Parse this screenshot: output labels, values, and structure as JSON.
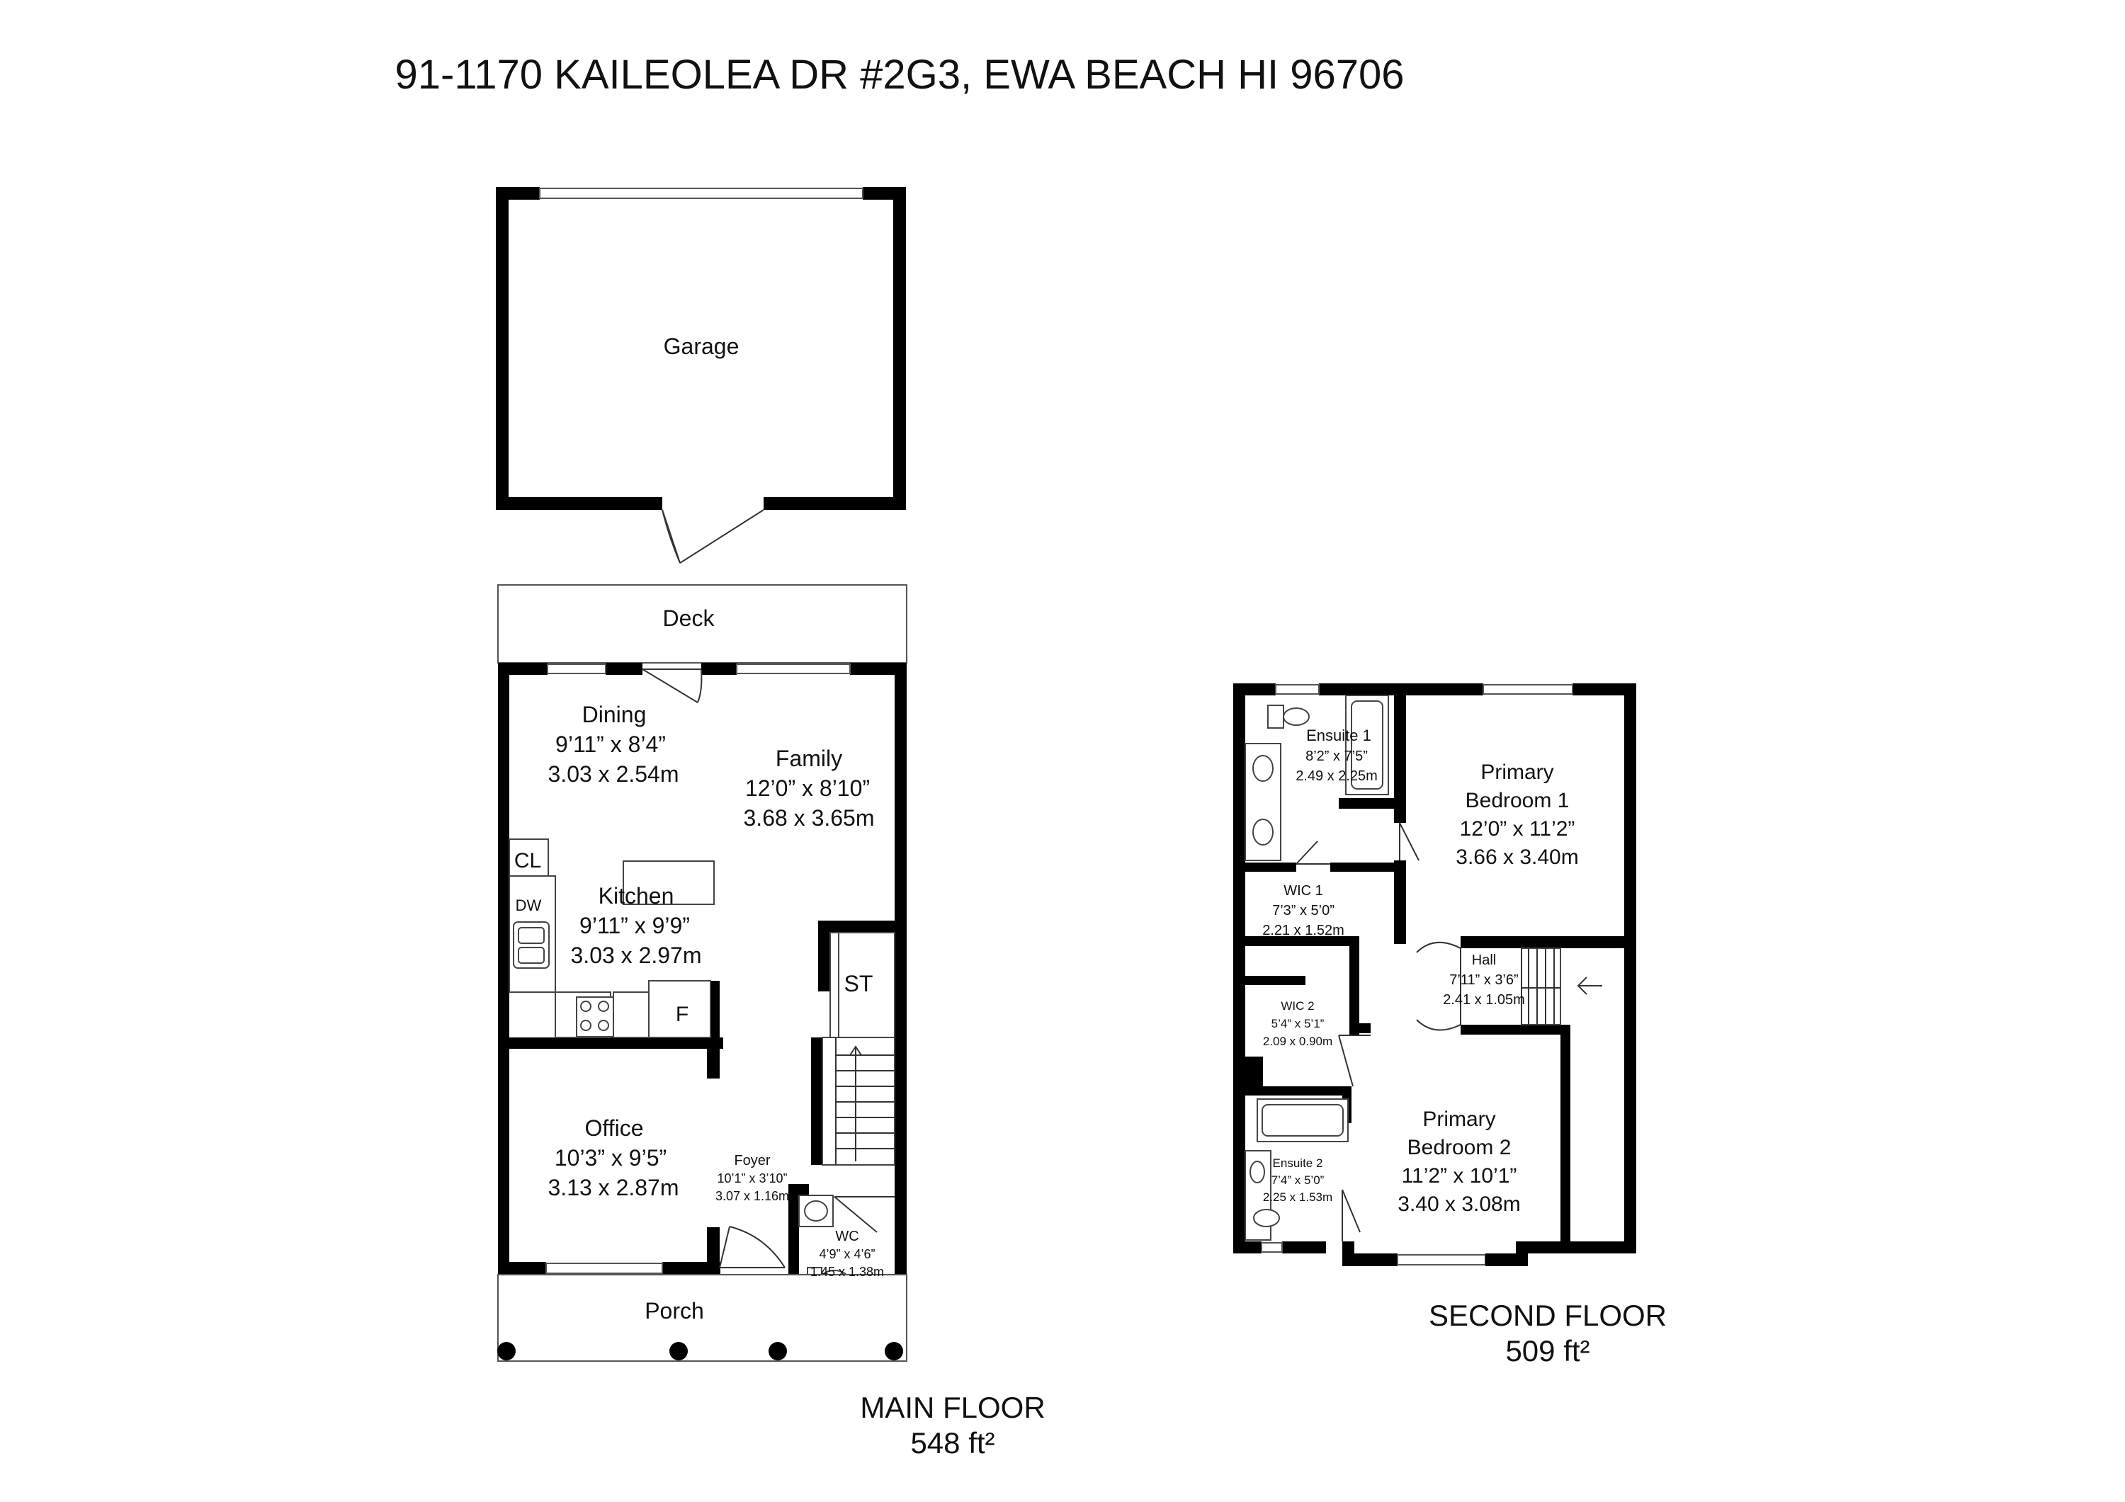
{
  "title": "91-1170 KAILEOLEA DR #2G3, EWA BEACH HI 96706",
  "main_floor": {
    "label": "MAIN FLOOR",
    "area": "548 ft²",
    "rooms": {
      "garage": {
        "name": "Garage"
      },
      "deck": {
        "name": "Deck"
      },
      "dining": {
        "name": "Dining",
        "imperial": "9’11” x 8’4”",
        "metric": "3.03 x 2.54m"
      },
      "family": {
        "name": "Family",
        "imperial": "12’0” x 8’10”",
        "metric": "3.68 x 3.65m"
      },
      "kitchen": {
        "name": "Kitchen",
        "imperial": "9’11” x 9’9”",
        "metric": "3.03 x 2.97m"
      },
      "office": {
        "name": "Office",
        "imperial": "10’3” x 9’5”",
        "metric": "3.13 x 2.87m"
      },
      "foyer": {
        "name": "Foyer",
        "imperial": "10’1” x 3’10”",
        "metric": "3.07 x 1.16m"
      },
      "wc": {
        "name": "WC",
        "imperial": "4’9” x 4’6”",
        "metric": "1.45 x 1.38m"
      },
      "porch": {
        "name": "Porch"
      }
    },
    "fixtures": {
      "cl": "CL",
      "dw": "DW",
      "f": "F",
      "st": "ST"
    }
  },
  "second_floor": {
    "label": "SECOND FLOOR",
    "area": "509 ft²",
    "rooms": {
      "ensuite1": {
        "name": "Ensuite 1",
        "imperial": "8’2” x 7’5”",
        "metric": "2.49 x 2.25m"
      },
      "bedroom1": {
        "name_line1": "Primary",
        "name_line2": "Bedroom 1",
        "imperial": "12’0” x 11’2”",
        "metric": "3.66 x 3.40m"
      },
      "wic1": {
        "name": "WIC 1",
        "imperial": "7’3” x 5’0”",
        "metric": "2.21 x 1.52m"
      },
      "hall": {
        "name": "Hall",
        "imperial": "7’11” x 3’6”",
        "metric": "2.41 x 1.05m"
      },
      "wic2": {
        "name": "WIC 2",
        "imperial": "5’4” x 5’1”",
        "metric": "2.09 x 0.90m"
      },
      "bedroom2": {
        "name_line1": "Primary",
        "name_line2": "Bedroom 2",
        "imperial": "11’2” x 10’1”",
        "metric": "3.40 x 3.08m"
      },
      "ensuite2": {
        "name": "Ensuite 2",
        "imperial": "7’4” x 5’0”",
        "metric": "2.25 x 1.53m"
      }
    }
  }
}
